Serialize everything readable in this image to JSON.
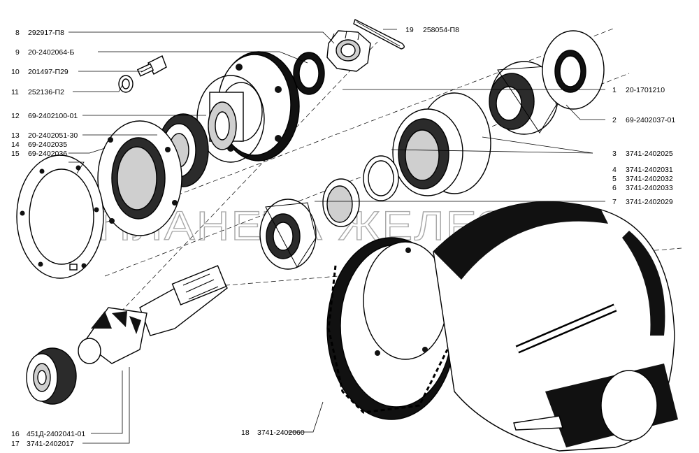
{
  "watermark": "ПЛАНЕТА ЖЕЛЕЗЯКА",
  "callouts": [
    {
      "num": "1",
      "code": "20-1701210"
    },
    {
      "num": "2",
      "code": "69-2402037-01"
    },
    {
      "num": "3",
      "code": "3741-2402025"
    },
    {
      "num": "4",
      "code": "3741-2402031"
    },
    {
      "num": "5",
      "code": "3741-2402032"
    },
    {
      "num": "6",
      "code": "3741-2402033"
    },
    {
      "num": "7",
      "code": "3741-2402029"
    },
    {
      "num": "8",
      "code": "292917-П8"
    },
    {
      "num": "9",
      "code": "20-2402064-Б"
    },
    {
      "num": "10",
      "code": "201497-П29"
    },
    {
      "num": "11",
      "code": "252136-П2"
    },
    {
      "num": "12",
      "code": "69-2402100-01"
    },
    {
      "num": "13",
      "code": "20-2402051-30"
    },
    {
      "num": "14",
      "code": "69-2402035"
    },
    {
      "num": "15",
      "code": "69-2402036"
    },
    {
      "num": "16",
      "code": "451Д-2402041-01"
    },
    {
      "num": "17",
      "code": "3741-2402017"
    },
    {
      "num": "18",
      "code": "3741-2402060"
    },
    {
      "num": "19",
      "code": "258054-П8"
    }
  ]
}
